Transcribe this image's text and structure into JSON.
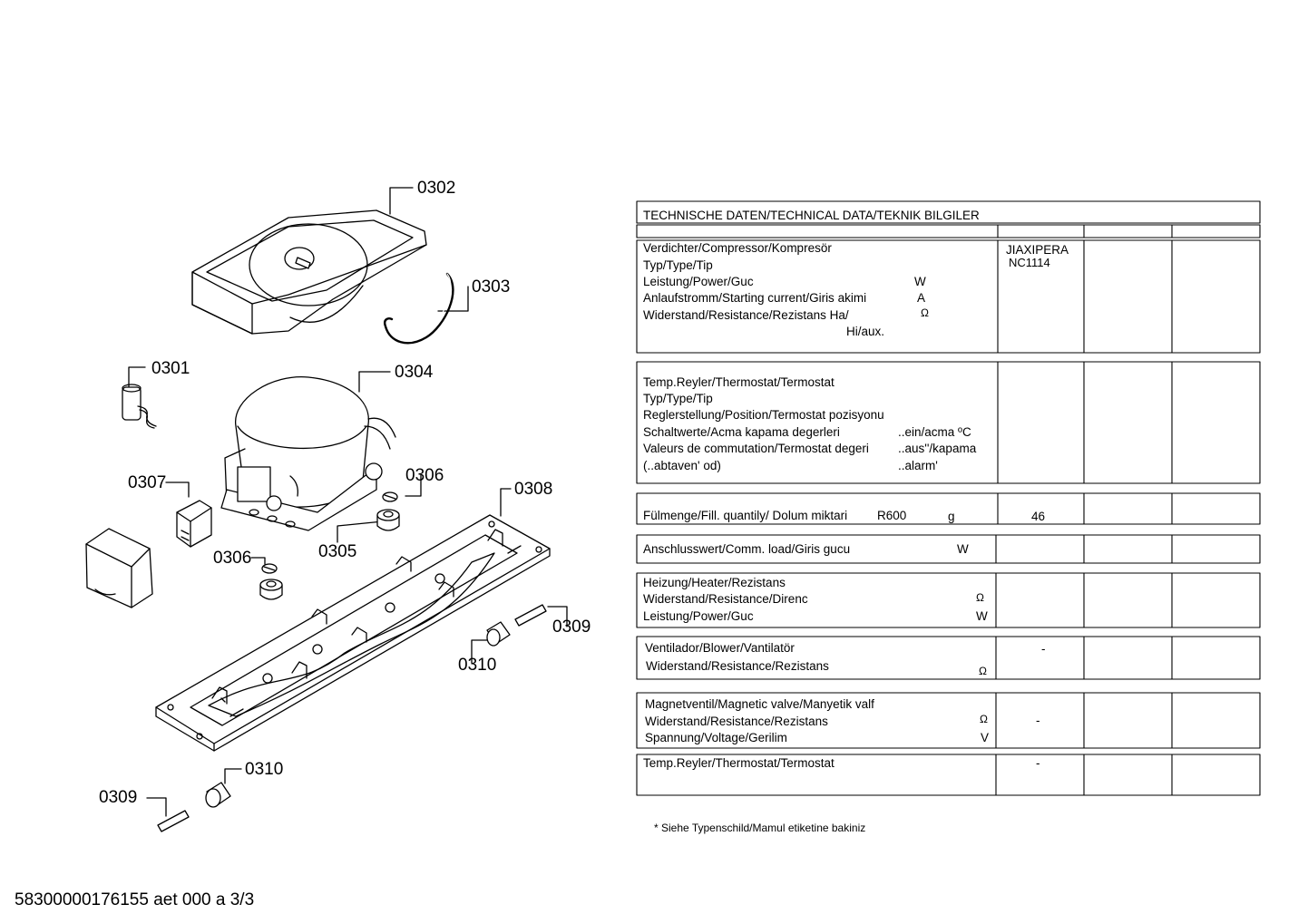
{
  "callouts": {
    "c0302": "0302",
    "c0303": "0303",
    "c0301": "0301",
    "c0304": "0304",
    "c0307": "0307",
    "c0306a": "0306",
    "c0308": "0308",
    "c0306b": "0306",
    "c0305": "0305",
    "c0309a": "0309",
    "c0310a": "0310",
    "c0310b": "0310",
    "c0309b": "0309"
  },
  "table": {
    "title": "TECHNISCHE DATEN/TECHNICAL DATA/TEKNIK BILGILER",
    "compressor": {
      "l1": "Verdichter/Compressor/Kompresör",
      "l2": "Typ/Type/Tip",
      "l3": "Leistung/Power/Guc",
      "l4": "Anlaufstromm/Starting current/Giris akimi",
      "l5": "Widerstand/Resistance/Rezistans Ha/",
      "l6": "Hi/aux.",
      "u_w": "W",
      "u_a": "A",
      "u_ohm": "Ω",
      "v1": "JIAXIPERA",
      "v2": "NC1114"
    },
    "thermostat": {
      "l1": "Temp.Reyler/Thermostat/Termostat",
      "l2": "Typ/Type/Tip",
      "l3": "Reglerstellung/Position/Termostat  pozisyonu",
      "l4": "Schaltwerte/Acma kapama degerleri",
      "l5": "Valeurs de commutation/Termostat degeri",
      "l6": "(..abtaven' od)",
      "r4": "..ein/acma ºC",
      "r5": "..aus''/kapama",
      "r6": "..alarm'"
    },
    "fill": {
      "label": "Fülmenge/Fill. quantily/ Dolum miktari",
      "refrigerant": "R600",
      "unit": "g",
      "value": "46"
    },
    "load": {
      "label": "Anschlusswert/Comm. load/Giris gucu",
      "unit": "W"
    },
    "heater": {
      "l1": "Heizung/Heater/Rezistans",
      "l2": "Widerstand/Resistance/Direnc",
      "l3": "Leistung/Power/Guc",
      "u_ohm": "Ω",
      "u_w": "W"
    },
    "blower": {
      "l1": "Ventilador/Blower/Vantilatör",
      "l2": "Widerstand/Resistance/Rezistans",
      "u_ohm": "Ω",
      "value": "-"
    },
    "valve": {
      "l1": "Magnetventil/Magnetic valve/Manyetik valf",
      "l2": "Widerstand/Resistance/Rezistans",
      "l3": "Spannung/Voltage/Gerilim",
      "u_ohm": "Ω",
      "u_v": "V",
      "value": "-"
    },
    "thermostat2": {
      "l1": "Temp.Reyler/Thermostat/Termostat",
      "value": "-"
    },
    "footnote": "* Siehe Typenschild/Mamul etiketine bakiniz"
  },
  "footer": {
    "code": "58300000176155 aet 000 a 3/3"
  }
}
